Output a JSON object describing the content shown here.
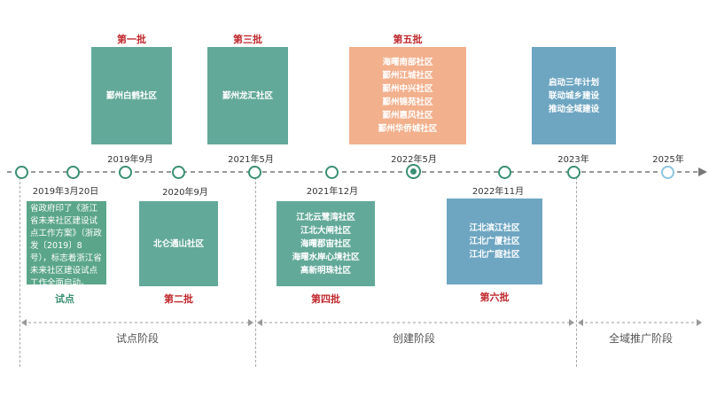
{
  "batches": {
    "b1": "第一批",
    "b2": "第二批",
    "b3": "第三批",
    "b4": "第四批",
    "b5": "第五批",
    "b6": "第六批"
  },
  "boxes": {
    "b1": [
      "鄞州白鹤社区"
    ],
    "b2": [
      "北仑通山社区"
    ],
    "b3": [
      "鄞州龙汇社区"
    ],
    "b4": [
      "江北云鹭湾社区",
      "江北大闸社区",
      "海曙郡宙社区",
      "海曙水岸心境社区",
      "高新明珠社区"
    ],
    "b5": [
      "海曙南部社区",
      "鄞州江城社区",
      "鄞州中兴社区",
      "鄞州锦苑社区",
      "鄞州惠风社区",
      "鄞州华侨城社区"
    ],
    "b6": [
      "江北滨江社区",
      "江北广厦社区",
      "江北广庭社区"
    ],
    "plan": [
      "启动三年计划",
      "联动城乡建设",
      "推动全域建设"
    ]
  },
  "pilot": {
    "date": "2019年3月20日",
    "text": "省政府印了《浙江省未来社区建设试点工作方案》（浙政发〔2019〕8号），标志着浙江省未来社区建设试点工作全面启动。",
    "label": "试点"
  },
  "dates": {
    "d1": "2019年9月",
    "d2": "2020年9月",
    "d3": "2021年5月",
    "d4": "2021年12月",
    "d5": "2022年5月",
    "d6": "2022年11月",
    "d7": "2023年",
    "d8": "2025年"
  },
  "stages": {
    "pilot": "试点阶段",
    "build": "创建阶段",
    "promote": "全域推广阶段"
  },
  "colors": {
    "teal": "#63a99a",
    "orange": "#f2b08c",
    "blue": "#6ea6c2",
    "green": "#5ba68a",
    "red": "#c0282d",
    "axis": "#777777"
  }
}
